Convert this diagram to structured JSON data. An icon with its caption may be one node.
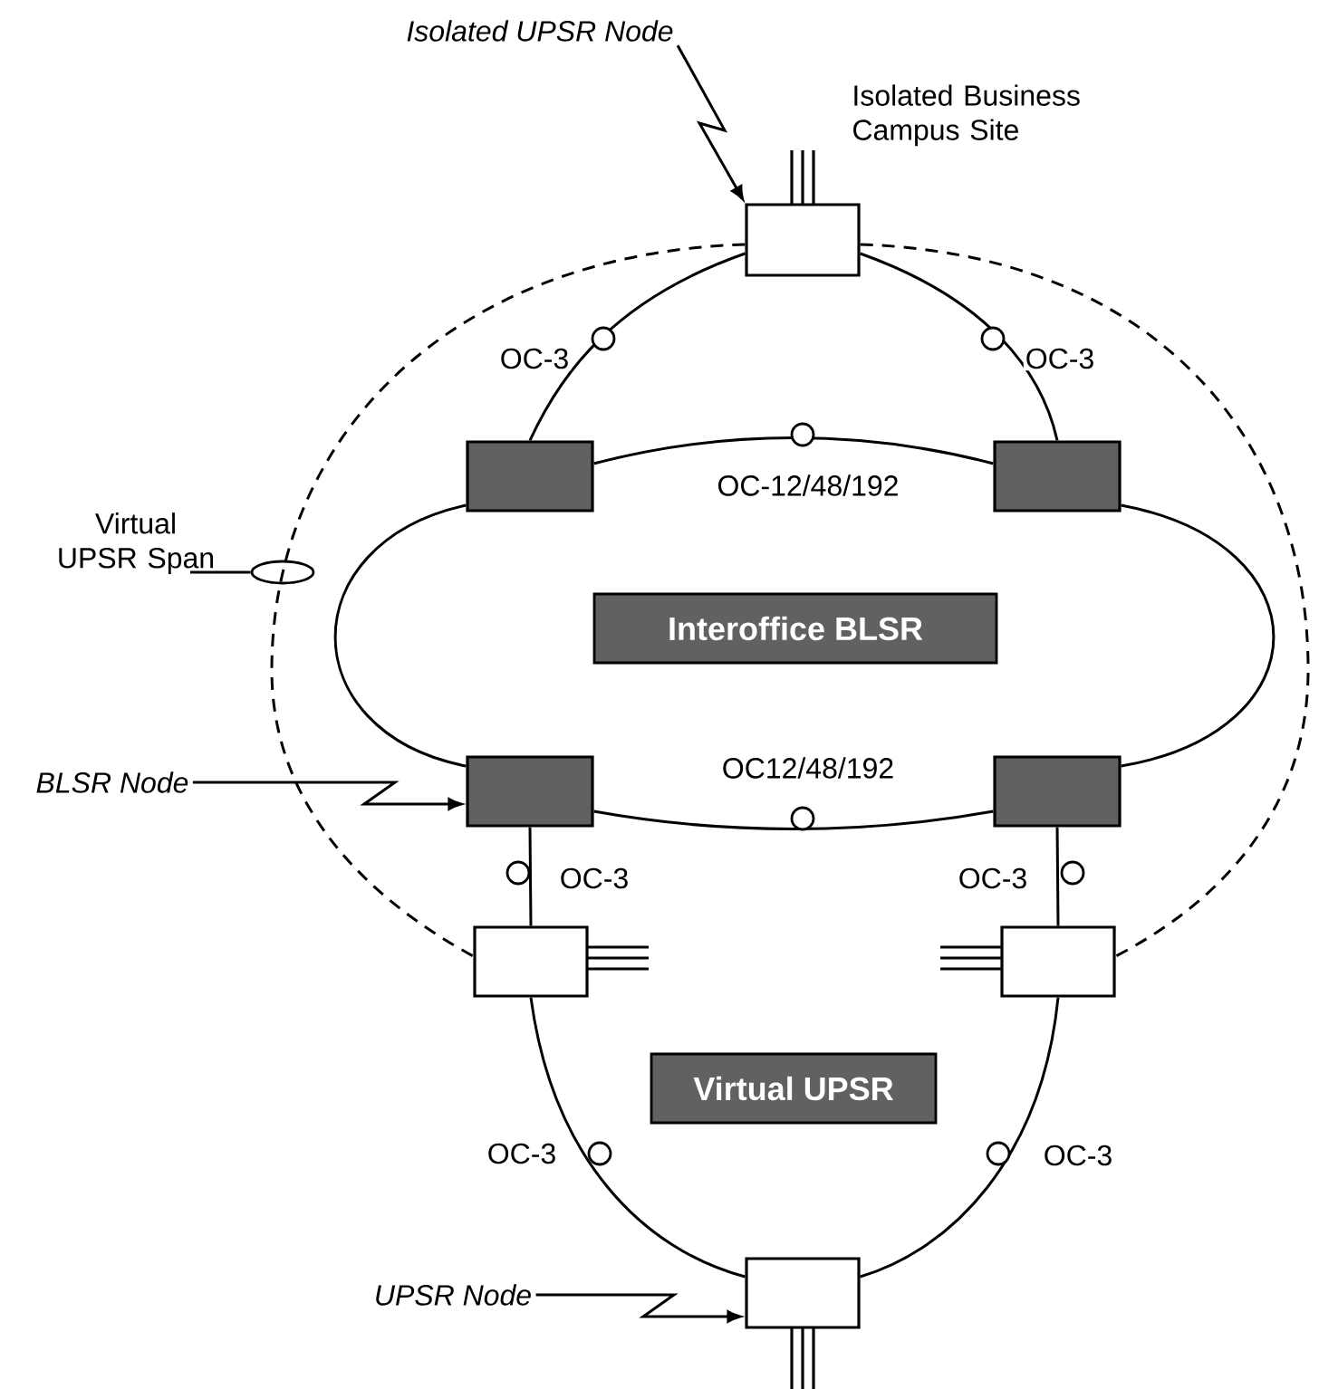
{
  "diagram": {
    "nodes": [
      {
        "text": [
          "Isolated UPSR Node"
        ]
      },
      {
        "text": [],
        "shape": "box",
        "beside": [
          "Isolated Business Campus Site"
        ]
      },
      {
        "text": [],
        "shape": "box"
      },
      {
        "text": [],
        "shape": "box"
      },
      {
        "text": [
          "Virtual UPSR Span"
        ]
      },
      {
        "text": [],
        "shape": "ellipse"
      },
      {
        "text": [
          "Interoffice BLSR"
        ]
      },
      {
        "text": [
          "BLSR Node"
        ]
      },
      {
        "text": [],
        "shape": "box"
      },
      {
        "text": [],
        "shape": "box"
      },
      {
        "text": [],
        "shape": "box"
      },
      {
        "text": [],
        "shape": "box"
      },
      {
        "text": [
          "Virtual UPSR"
        ]
      },
      {
        "text": [
          "UPSR Node"
        ]
      },
      {
        "text": [],
        "shape": "box"
      }
    ],
    "edges": [
      {
        "from": 1,
        "to": 2,
        "arrow": "none",
        "label": "OC-3"
      },
      {
        "from": 1,
        "to": 3,
        "arrow": "none",
        "label": "OC-3"
      },
      {
        "from": 2,
        "to": 3,
        "arrow": "none",
        "label": "OC-12/48/192"
      },
      {
        "from": 2,
        "to": 8,
        "arrow": "none"
      },
      {
        "from": 3,
        "to": 9,
        "arrow": "none"
      },
      {
        "from": 8,
        "to": 9,
        "arrow": "none",
        "label": "OC12/48/192"
      },
      {
        "from": 8,
        "to": 10,
        "arrow": "none",
        "label": "OC-3"
      },
      {
        "from": 9,
        "to": 11,
        "arrow": "none",
        "label": "OC-3"
      },
      {
        "from": 10,
        "to": 14,
        "arrow": "none",
        "label": "OC-3"
      },
      {
        "from": 11,
        "to": 14,
        "arrow": "none",
        "label": "OC-3"
      },
      {
        "from": 1,
        "to": 10,
        "arrow": "none",
        "style": "dashed"
      },
      {
        "from": 1,
        "to": 11,
        "arrow": "none",
        "style": "dashed"
      },
      {
        "from": 0,
        "to": 1,
        "arrow": "to"
      },
      {
        "from": 7,
        "to": 8,
        "arrow": "to"
      },
      {
        "from": 13,
        "to": 14,
        "arrow": "to"
      },
      {
        "from": 4,
        "to": 5,
        "arrow": "none"
      }
    ]
  }
}
